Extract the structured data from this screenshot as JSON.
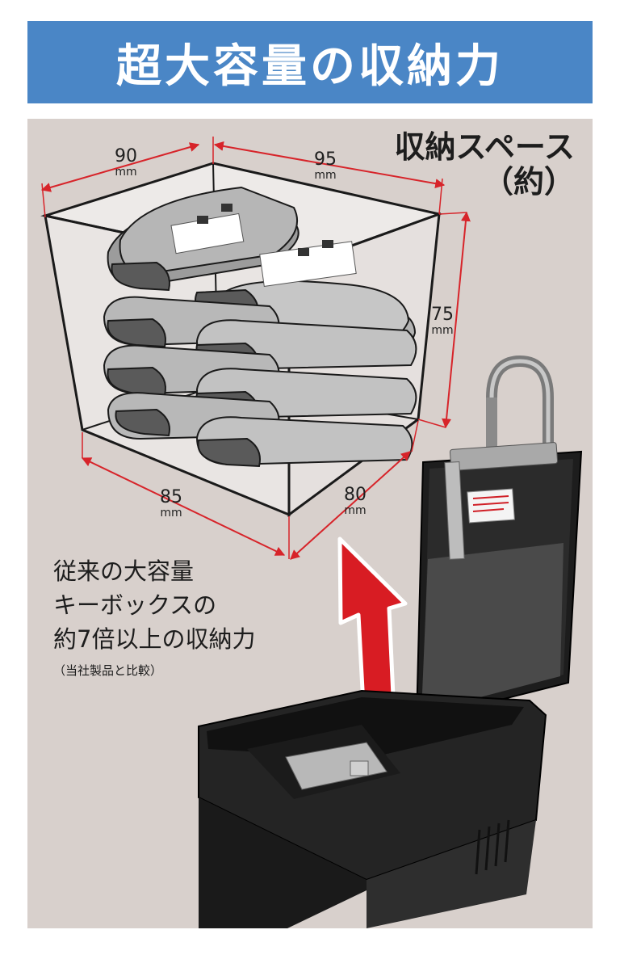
{
  "banner": {
    "title": "超大容量の収納力"
  },
  "space_label": {
    "line1": "収納スペース",
    "line2": "（約）"
  },
  "dimensions": {
    "top_left": {
      "value": "90",
      "unit": "mm"
    },
    "top_right": {
      "value": "95",
      "unit": "mm"
    },
    "right": {
      "value": "75",
      "unit": "mm"
    },
    "bottom_left": {
      "value": "85",
      "unit": "mm"
    },
    "bottom_right": {
      "value": "80",
      "unit": "mm"
    }
  },
  "description": {
    "line1": "従来の大容量",
    "line2": "キーボックスの",
    "line3": "約7倍以上の収納力",
    "note": "（当社製品と比較）"
  },
  "colors": {
    "banner": "#4a86c6",
    "panel": "#d8d0cc",
    "dimension_line": "#d7242a",
    "arrow": "#d81c23"
  }
}
